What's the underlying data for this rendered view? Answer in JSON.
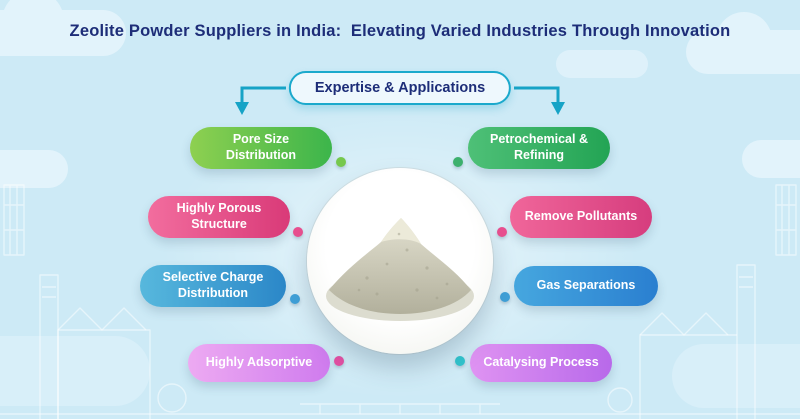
{
  "title": "Zeolite Powder Suppliers in India:  Elevating Varied Industries Through Innovation",
  "badge": {
    "label": "Expertise & Applications"
  },
  "left_items": [
    {
      "label": "Pore Size\nDistribution",
      "gradient_start": "#8ed050",
      "gradient_end": "#3cb54b",
      "dot_color": "#76c84d"
    },
    {
      "label": "Highly Porous\nStructure",
      "gradient_start": "#f26d9e",
      "gradient_end": "#d93a78",
      "dot_color": "#ea4f8f"
    },
    {
      "label": "Selective Charge\nDistribution",
      "gradient_start": "#57b8dd",
      "gradient_end": "#2b87c8",
      "dot_color": "#3fa0d8"
    },
    {
      "label": "Highly Adsorptive",
      "gradient_start": "#edaaf2",
      "gradient_end": "#cf7bee",
      "dot_color": "#e34fa2"
    }
  ],
  "right_items": [
    {
      "label": "Petrochemical &\nRefining",
      "gradient_start": "#4ec077",
      "gradient_end": "#23a454",
      "dot_color": "#3cb06d"
    },
    {
      "label": "Remove Pollutants",
      "gradient_start": "#f0669a",
      "gradient_end": "#d63d7e",
      "dot_color": "#ea4f8f"
    },
    {
      "label": "Gas Separations",
      "gradient_start": "#46a7df",
      "gradient_end": "#2a7fd0",
      "dot_color": "#3fa0d8"
    },
    {
      "label": "Catalysing Process",
      "gradient_start": "#df93f2",
      "gradient_end": "#b869ea",
      "dot_color": "#30c3cc"
    }
  ],
  "center_image": {
    "alt": "zeolite-powder-photo"
  },
  "colors": {
    "background": "#cdeaf6",
    "title_text": "#1d2d78",
    "badge_border": "#1ba9cc",
    "badge_background": "#eef8fd",
    "arrow": "#16a3c6",
    "pill_text": "#ffffff"
  }
}
